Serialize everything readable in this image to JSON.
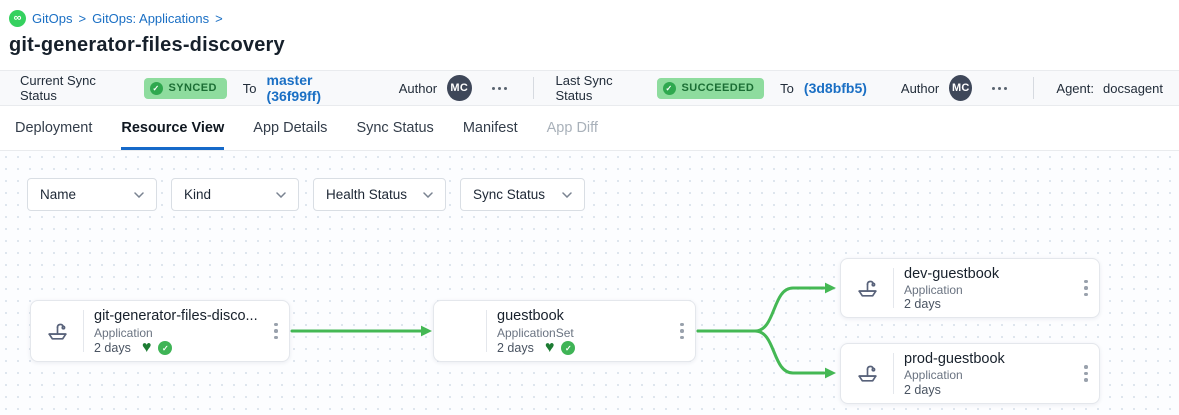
{
  "breadcrumb": {
    "items": [
      "GitOps",
      "GitOps: Applications"
    ],
    "separator": ">"
  },
  "page": {
    "title": "git-generator-files-discovery"
  },
  "status_bar": {
    "current": {
      "label": "Current Sync Status",
      "badge": "SYNCED",
      "to_label": "To",
      "revision": "master (36f99ff)",
      "author_label": "Author",
      "author_initials": "MC"
    },
    "last": {
      "label": "Last Sync Status",
      "badge": "SUCCEEDED",
      "to_label": "To",
      "revision": "(3d8bfb5)",
      "author_label": "Author",
      "author_initials": "MC"
    },
    "agent_label": "Agent:",
    "agent_value": "docsagent"
  },
  "tabs": [
    {
      "label": "Deployment",
      "active": false
    },
    {
      "label": "Resource View",
      "active": true
    },
    {
      "label": "App Details",
      "active": false
    },
    {
      "label": "Sync Status",
      "active": false
    },
    {
      "label": "Manifest",
      "active": false
    },
    {
      "label": "App Diff",
      "active": false,
      "disabled": true
    }
  ],
  "filters": [
    {
      "label": "Name"
    },
    {
      "label": "Kind"
    },
    {
      "label": "Health Status"
    },
    {
      "label": "Sync Status"
    }
  ],
  "graph": {
    "nodes": [
      {
        "title": "git-generator-files-disco...",
        "kind": "Application",
        "age": "2 days",
        "healthy": true,
        "synced": true
      },
      {
        "title": "guestbook",
        "kind": "ApplicationSet",
        "age": "2 days",
        "healthy": true,
        "synced": true
      },
      {
        "title": "dev-guestbook",
        "kind": "Application",
        "age": "2 days"
      },
      {
        "title": "prod-guestbook",
        "kind": "Application",
        "age": "2 days"
      }
    ]
  },
  "icons": {
    "infinity": "∞",
    "check": "✓",
    "heart": "♥"
  },
  "colors": {
    "link_blue": "#1a6fc4",
    "tab_underline_blue": "#1669c9",
    "badge_bg_green": "#8edc9e",
    "badge_text_green": "#1b6e34",
    "edge_green": "#44b854",
    "health_heart_green": "#1d7c33",
    "sync_check_green": "#3fb456",
    "gitops_logo_green": "#35d15f",
    "avatar_bg": "#3e4759",
    "status_bar_bg": "#f8f9fb"
  }
}
